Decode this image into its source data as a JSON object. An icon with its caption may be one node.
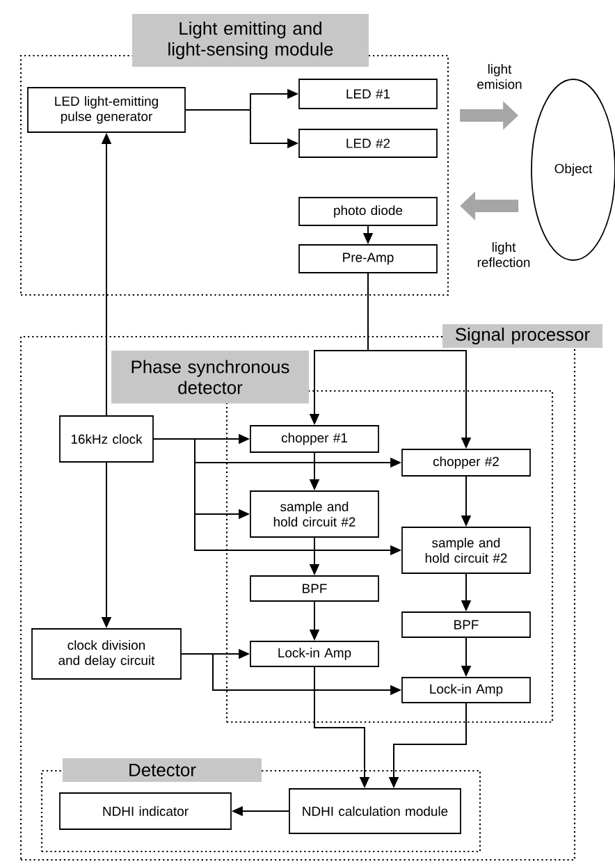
{
  "diagram": {
    "nodes": [
      {
        "text": [
          "Light emitting and light-sensing module"
        ]
      },
      {
        "text": [
          "LED light-emitting pulse generator"
        ],
        "in": 0
      },
      {
        "text": [
          "LED #1"
        ],
        "in": 0
      },
      {
        "text": [
          "LED #2"
        ],
        "in": 0
      },
      {
        "text": [
          "photo diode"
        ],
        "in": 0
      },
      {
        "text": [
          "Pre-Amp"
        ],
        "in": 0
      },
      {
        "text": [
          "Object"
        ]
      },
      {
        "text": [
          "Signal processor"
        ]
      },
      {
        "text": [
          "Phase synchronous detector"
        ],
        "in": 7
      },
      {
        "text": [
          "16kHz clock"
        ],
        "in": 7
      },
      {
        "text": [
          "chopper #1"
        ],
        "in": 8
      },
      {
        "text": [
          "chopper #2"
        ],
        "in": 8
      },
      {
        "text": [
          "sample and hold circuit #2"
        ],
        "in": 8
      },
      {
        "text": [
          "sample and hold circuit #2"
        ],
        "in": 8
      },
      {
        "text": [
          "BPF"
        ],
        "in": 8
      },
      {
        "text": [
          "BPF"
        ],
        "in": 8
      },
      {
        "text": [
          "clock division and delay circuit"
        ],
        "in": 7
      },
      {
        "text": [
          "Lock-in Amp"
        ],
        "in": 8
      },
      {
        "text": [
          "Lock-in Amp"
        ],
        "in": 8
      },
      {
        "text": [
          "Detector"
        ],
        "in": 7
      },
      {
        "text": [
          "NDHI indicator"
        ],
        "in": 19
      },
      {
        "text": [
          "NDHI calculation module"
        ],
        "in": 19
      }
    ],
    "edges": [
      {
        "from": 1,
        "to": 2,
        "arrow": "to"
      },
      {
        "from": 1,
        "to": 3,
        "arrow": "to"
      },
      {
        "from": 4,
        "to": 5,
        "arrow": "to"
      },
      {
        "from": 0,
        "to": 6,
        "arrow": "to",
        "label": "light emision",
        "style": "thick",
        "color": "#a6a6a6"
      },
      {
        "from": 6,
        "to": 0,
        "arrow": "to",
        "label": "light reflection",
        "style": "thick",
        "color": "#a6a6a6"
      },
      {
        "from": 9,
        "to": 1,
        "arrow": "to"
      },
      {
        "from": 9,
        "to": 16,
        "arrow": "to"
      },
      {
        "from": 5,
        "to": 10,
        "arrow": "to"
      },
      {
        "from": 5,
        "to": 11,
        "arrow": "to"
      },
      {
        "from": 9,
        "to": 10,
        "arrow": "to"
      },
      {
        "from": 9,
        "to": 11,
        "arrow": "to"
      },
      {
        "from": 9,
        "to": 12,
        "arrow": "to"
      },
      {
        "from": 9,
        "to": 13,
        "arrow": "to"
      },
      {
        "from": 10,
        "to": 12,
        "arrow": "to"
      },
      {
        "from": 12,
        "to": 14,
        "arrow": "to"
      },
      {
        "from": 14,
        "to": 17,
        "arrow": "to"
      },
      {
        "from": 11,
        "to": 13,
        "arrow": "to"
      },
      {
        "from": 13,
        "to": 15,
        "arrow": "to"
      },
      {
        "from": 15,
        "to": 18,
        "arrow": "to"
      },
      {
        "from": 16,
        "to": 17,
        "arrow": "to"
      },
      {
        "from": 16,
        "to": 18,
        "arrow": "to"
      },
      {
        "from": 17,
        "to": 21,
        "arrow": "to"
      },
      {
        "from": 18,
        "to": 21,
        "arrow": "to"
      },
      {
        "from": 21,
        "to": 20,
        "arrow": "to"
      }
    ]
  }
}
